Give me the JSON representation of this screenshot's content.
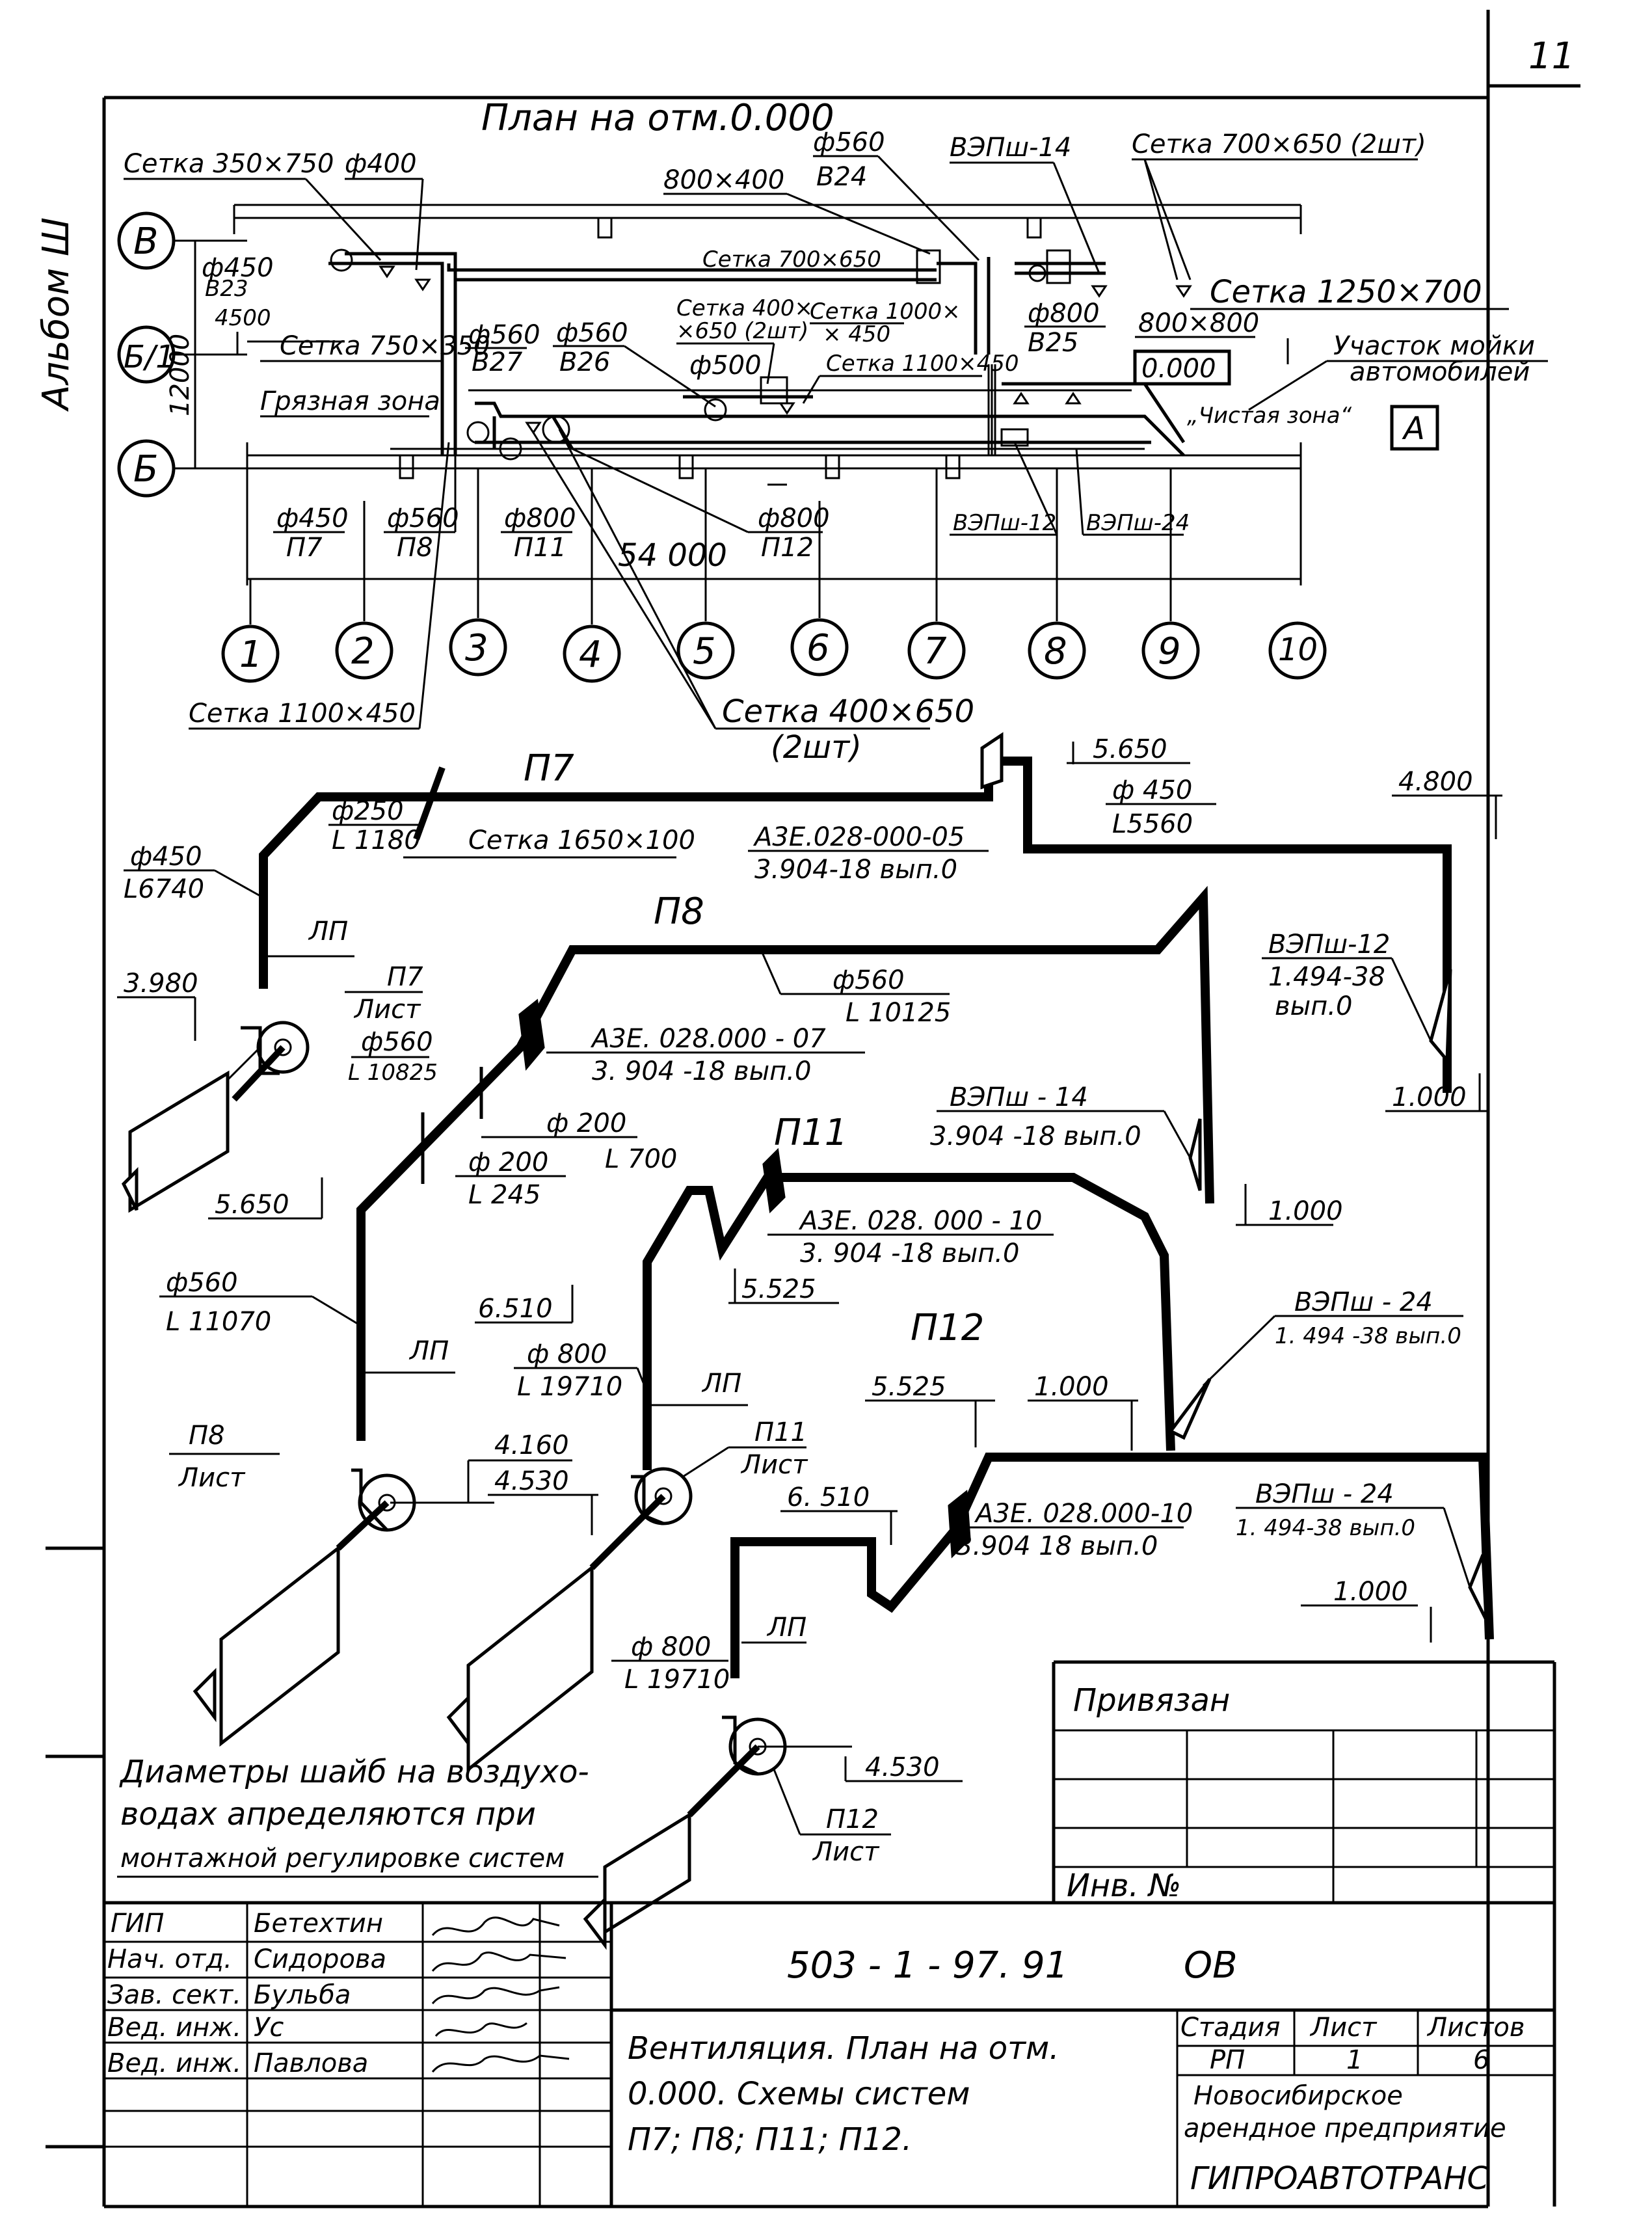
{
  "sheet_number": "11",
  "album": "Альбом Ш",
  "plan": {
    "title": "План на отм.0.000",
    "axes_letters": [
      "В",
      "Б/1",
      "Б"
    ],
    "axes_numbers": [
      "1",
      "2",
      "3",
      "4",
      "5",
      "6",
      "7",
      "8",
      "9",
      "10"
    ],
    "dim_width": "54 000",
    "dim_height": "12000",
    "dim_small": "4500",
    "zone_dirty": "Грязная зона",
    "zone_clean": "„Чистая зона“",
    "wash_area": "Участок мойки автомобилей",
    "elevation": "0.000",
    "section_mark": "А",
    "labels": {
      "setka_350": "Сетка 350×750",
      "d400": "ф400",
      "d560_b24_d": "ф560",
      "d560_b24_n": "В24",
      "s800x400": "800×400",
      "vepsh14": "ВЭПш-14",
      "setka_700x650_2": "Сетка 700×650 (2шт)",
      "setka_1250": "Сетка 1250×700",
      "setka_700x650": "Сетка 700×650",
      "d450_b23_d": "ф450",
      "d450_b23_n": "В23",
      "setka_750x350": "Сетка 750×350",
      "d560_b27_d": "ф560",
      "d560_b27_n": "В27",
      "d560_b26_d": "ф560",
      "d560_b26_n": "В26",
      "setka_400x650_a": "Сетка 400×",
      "setka_400x650_b": "×650 (2шт)",
      "d500": "ф500",
      "setka_1000x450_a": "Сетка 1000×",
      "setka_1000x450_b": "× 450",
      "setka_1100x450_top": "Сетка 1100×450",
      "d800_b25_d": "ф800",
      "d800_b25_n": "В25",
      "s800x800": "800×800",
      "d450_p7_d": "ф450",
      "d450_p7_n": "П7",
      "d560_p8_d": "ф560",
      "d560_p8_n": "П8",
      "d800_p11_d": "ф800",
      "d800_p11_n": "П11",
      "d800_p12_d": "ф800",
      "d800_p12_n": "П12",
      "vepsh12": "ВЭПш-12",
      "vepsh24": "ВЭПш-24",
      "setka_1100x450": "Сетка 1100×450",
      "setka_400x650": "Сетка 400×650",
      "qty_2": "(2шт)"
    }
  },
  "schemes": {
    "p7": {
      "title": "П7",
      "d250": "ф250",
      "l1180": "L 1180",
      "setka_1650": "Сетка 1650×100",
      "a3e_05_a": "А3Е.028-000-05",
      "a3e_05_b": "3.904-18 вып.0",
      "el_5650": "5.650",
      "d450": "ф 450",
      "l5560": "L5560",
      "el_4800": "4.800",
      "d450_l": "ф450",
      "l6740": "L6740",
      "lp": "ЛП",
      "el_3980": "3.980",
      "unit_a": "П7",
      "unit_b": "Лист",
      "d560": "ф560",
      "l10825": "L 10825",
      "vepsh12_a": "ВЭПш-12",
      "vepsh12_b": "1.494-38",
      "vepsh12_c": "вып.0",
      "el_1000": "1.000"
    },
    "p8": {
      "title": "П8",
      "d560": "ф560",
      "l10125": "L 10125",
      "a3e_07_a": "А3Е. 028.000 - 07",
      "a3e_07_b": "3. 904 -18 вып.0",
      "d200_a": "ф 200",
      "l700": "L 700",
      "d200_b": "ф 200",
      "l245": "L 245",
      "vepsh14_a": "ВЭПш - 14",
      "vepsh14_b": "3.904 -18 вып.0",
      "el_1000": "1.000",
      "el_5650": "5.650",
      "d560_l": "ф560",
      "l11070": "L 11070",
      "lp": "ЛП",
      "unit_a": "П8",
      "unit_b": "Лист",
      "el_4160": "4.160",
      "el_4530": "4.530"
    },
    "p11": {
      "title": "П11",
      "a3e_10_a": "А3Е. 028. 000 - 10",
      "a3e_10_b": "3. 904 -18 вып.0",
      "el_5525": "5.525",
      "el_6510": "6.510",
      "d800": "ф 800",
      "l19710": "L 19710",
      "lp": "ЛП",
      "unit_a": "П11",
      "unit_b": "Лист"
    },
    "p12": {
      "title": "П12",
      "vepsh24_a": "ВЭПш - 24",
      "vepsh24_b": "1. 494 -38 вып.0",
      "el_5525": "5.525",
      "el_1000": "1.000",
      "el_6510": "6. 510",
      "a3e_10_a": "А3Е. 028.000-10",
      "a3e_10_b": "3.904 18 вып.0",
      "vepsh24_2a": "ВЭПш - 24",
      "vepsh24_2b": "1. 494-38 вып.0",
      "el_1000_b": "1.000",
      "d800": "ф 800",
      "l19710": "L 19710",
      "lp": "ЛП",
      "el_4530": "4.530",
      "unit_a": "П12",
      "unit_b": "Лист"
    }
  },
  "note": {
    "line1": "Диаметры шайб на воздухо-",
    "line2": "водах апределяются при",
    "line3": "монтажной регулировке систем"
  },
  "stamp": {
    "privyazan": "Привязан",
    "inv_no": "Инв. №",
    "code": "503 - 1 - 97. 91",
    "mark": "ОВ",
    "roles": [
      {
        "role": "ГИП",
        "name": "Бетехтин"
      },
      {
        "role": "Нач. отд.",
        "name": "Сидорова"
      },
      {
        "role": "Зав. сект.",
        "name": "Бульба"
      },
      {
        "role": "Вед. инж.",
        "name": "Ус"
      },
      {
        "role": "Вед. инж.",
        "name": "Павлова"
      }
    ],
    "title_1": "Вентиляция. План на отм.",
    "title_2": "0.000. Схемы  систем",
    "title_3": "П7; П8; П11; П12.",
    "stage_h": "Стадия",
    "sheet_h": "Лист",
    "sheets_h": "Листов",
    "stage": "РП",
    "sheet": "1",
    "sheets": "6",
    "org_1": "Новосибирское",
    "org_2": "арендное предприятие",
    "org_3": "ГИПРОАВТОТРАНС"
  }
}
